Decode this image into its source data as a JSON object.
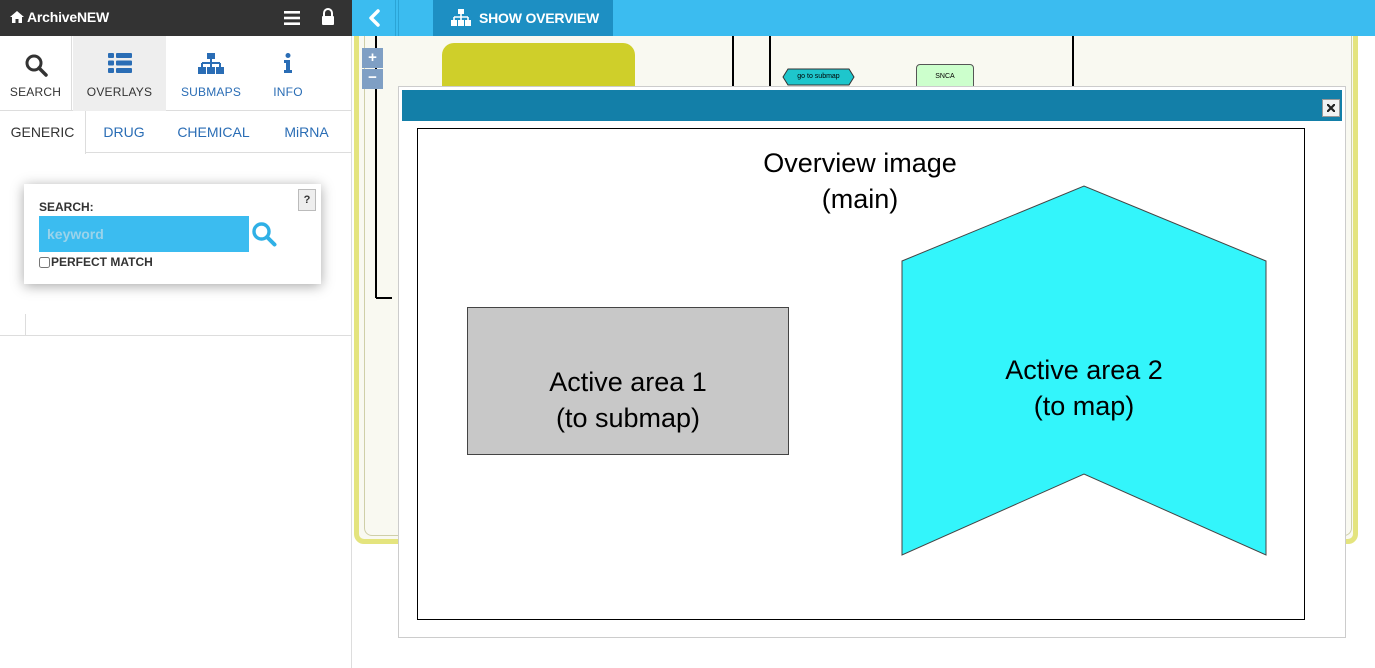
{
  "brand": {
    "name": "ArchiveNEW",
    "icon": "home-icon"
  },
  "header_icons": {
    "menu": "hamburger-icon",
    "lock": "lock-icon"
  },
  "main_tabs": [
    {
      "label": "SEARCH",
      "icon": "search-icon"
    },
    {
      "label": "OVERLAYS",
      "icon": "list-icon"
    },
    {
      "label": "SUBMAPS",
      "icon": "sitemap-icon"
    },
    {
      "label": "INFO",
      "icon": "info-icon"
    }
  ],
  "sub_tabs": [
    "GENERIC",
    "DRUG",
    "CHEMICAL",
    "MiRNA"
  ],
  "search": {
    "help_label": "?",
    "label": "SEARCH:",
    "placeholder": "keyword",
    "perfect_match_label": "PERFECT MATCH",
    "perfect_match_checked": false
  },
  "toolbar": {
    "show_overview_label": "SHOW OVERVIEW"
  },
  "map": {
    "zoom_in_label": "+",
    "zoom_out_label": "−",
    "nodes": {
      "submap_link": "go to submap",
      "protein": "SNCA"
    }
  },
  "overview": {
    "title_line1": "Overview image",
    "title_line2": "(main)",
    "area1_line1": "Active area 1",
    "area1_line2": "(to submap)",
    "area2_line1": "Active area 2",
    "area2_line2": "(to map)"
  },
  "colors": {
    "accent": "#3bbcf0",
    "overview_button": "#1d8fc3",
    "dialog_title": "#137fa8",
    "area1_fill": "#c8c8c8",
    "area2_fill": "#33f5fb",
    "compartment": "#cfcf2a"
  }
}
